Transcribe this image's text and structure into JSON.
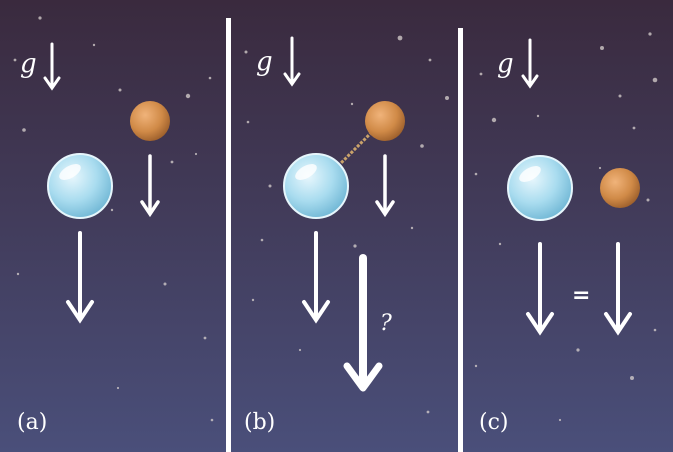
{
  "figure": {
    "panels": [
      {
        "label": "(a)",
        "gravity_symbol": "g"
      },
      {
        "label": "(b)",
        "gravity_symbol": "g",
        "annotation": "?"
      },
      {
        "label": "(c)",
        "gravity_symbol": "g",
        "annotation": "="
      }
    ],
    "colors": {
      "background_top": "#3a2a3e",
      "background_bottom": "#4a4f7a",
      "bubble": "#a9dcef",
      "ball": "#d08a47",
      "rope": "#c9a26a",
      "arrows": "#ffffff",
      "dividers": "#ffffff"
    },
    "icons": [
      "bubble-icon",
      "ball-icon",
      "down-arrow-icon"
    ]
  }
}
